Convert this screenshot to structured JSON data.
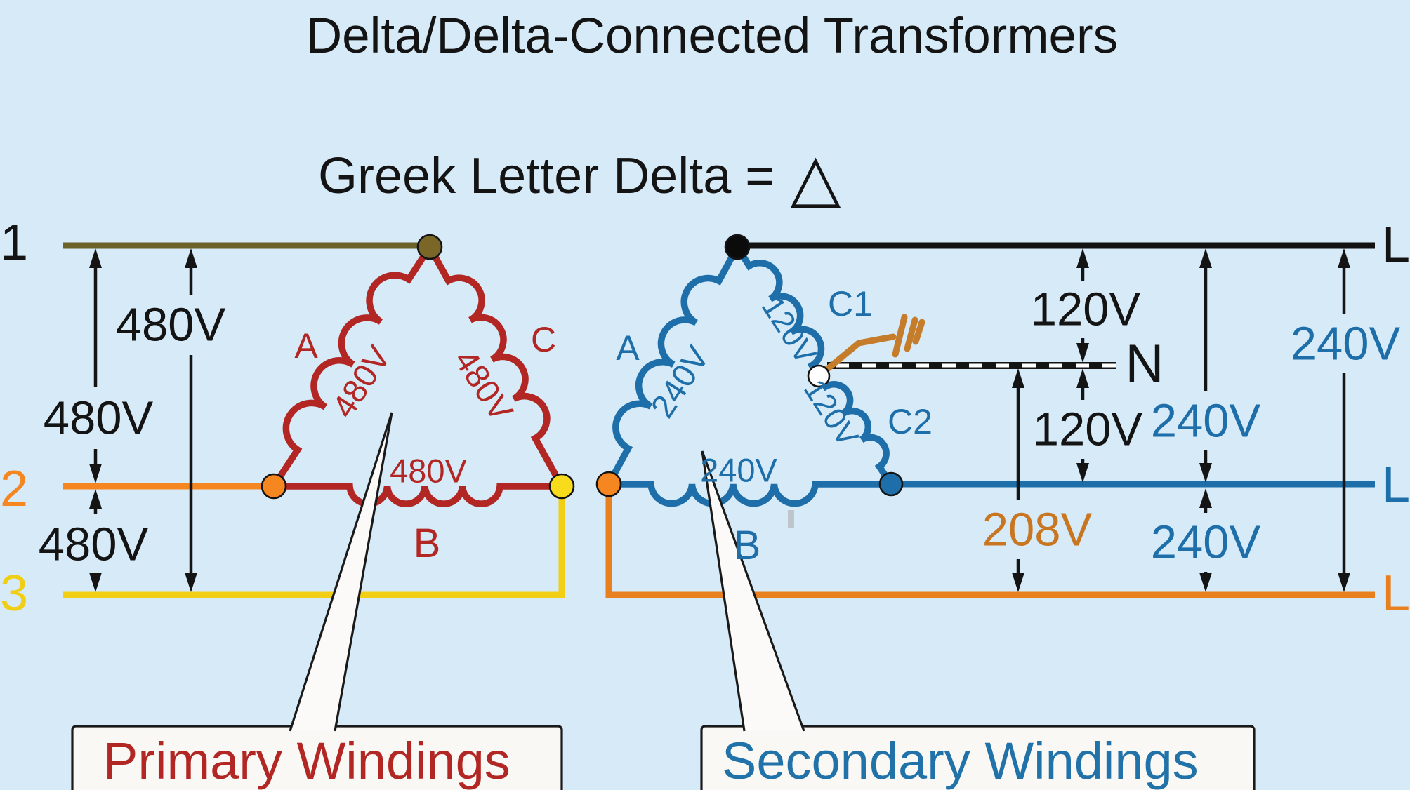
{
  "title": "Delta/Delta-Connected Transformers",
  "subtitle": {
    "text": "Greek Letter Delta =",
    "delta": "△"
  },
  "feeder_labels": {
    "l1": "L1",
    "l2": "L2",
    "l3": "L3"
  },
  "output_labels": {
    "top": "L",
    "mid": "L",
    "bottom": "L",
    "neutral": "N"
  },
  "primary": {
    "winding_a": "A",
    "winding_b": "B",
    "winding_c": "C",
    "voltage_a": "480V",
    "voltage_b": "480V",
    "voltage_c": "480V",
    "callout": "Primary Windings"
  },
  "secondary": {
    "winding_a": "A",
    "winding_b": "B",
    "winding_c1": "C1",
    "winding_c2": "C2",
    "voltage_a": "240V",
    "voltage_b": "240V",
    "voltage_c1": "120V",
    "voltage_c2": "120V",
    "callout": "Secondary Windings"
  },
  "measurements": {
    "left_l1_l2": "480V",
    "left_l1_l3": "480V",
    "left_l2_l3": "480V",
    "right_top_neutral": "120V",
    "right_neutral_mid": "120V",
    "right_top_mid": "240V",
    "right_mid_bottom": "240V",
    "right_top_bottom": "240V",
    "right_neutral_bottom": "208V"
  },
  "colors": {
    "background": "#D7EAF8",
    "primary_red": "#B22623",
    "secondary_blue": "#1E6FA9",
    "line_l1_olive": "#6B6328",
    "line_l2_orange": "#F6861F",
    "line_l3_yellow": "#F2CF15",
    "line_bottom_orange": "#E9801F",
    "ground_symbol": "#C67D2B",
    "text_208v": "#C87620",
    "callout_fill": "#F9F8F5"
  }
}
